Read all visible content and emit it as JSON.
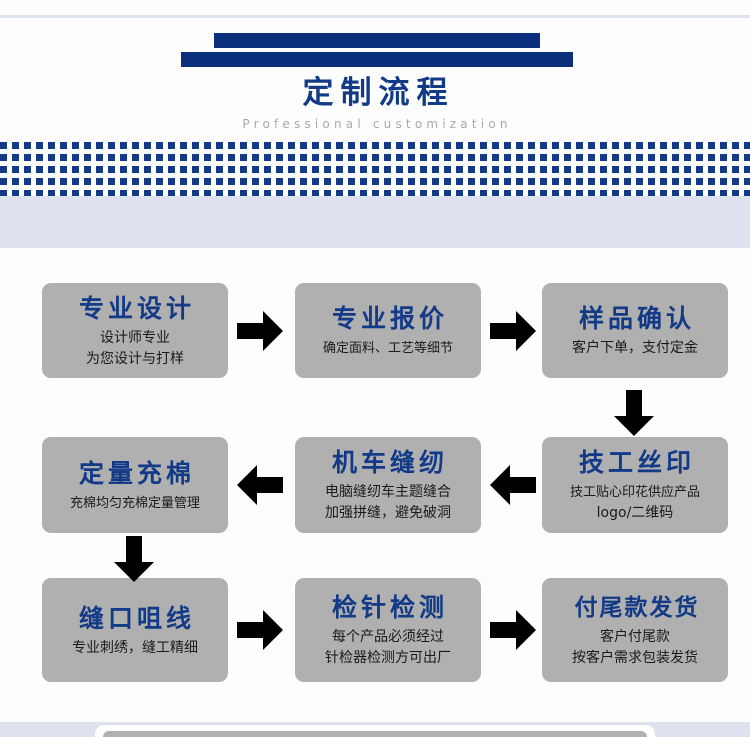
{
  "header": {
    "title": "定制流程",
    "subtitle": "Professional customization",
    "accent_color": "#0b2f7d",
    "title_color": "#123a86",
    "subtitle_color": "#a7a9ac"
  },
  "decor": {
    "dot_color": "#123a86",
    "light_band_color": "#dde2ee",
    "box_fill": "#b0b0b0",
    "arrow_color": "#000000"
  },
  "flow": {
    "steps": [
      {
        "id": "step-1",
        "title": "专业设计",
        "lines": [
          "设计师专业",
          "为您设计与打样"
        ]
      },
      {
        "id": "step-2",
        "title": "专业报价",
        "lines": [
          "确定面料、工艺等细节"
        ]
      },
      {
        "id": "step-3",
        "title": "样品确认",
        "lines": [
          "客户下单，支付定金"
        ]
      },
      {
        "id": "step-4",
        "title": "技工丝印",
        "lines": [
          "技工贴心印花供应产品",
          "logo/二维码"
        ]
      },
      {
        "id": "step-5",
        "title": "机车缝纫",
        "lines": [
          "电脑缝纫车主题缝合",
          "加强拼缝，避免破洞"
        ]
      },
      {
        "id": "step-6",
        "title": "定量充棉",
        "lines": [
          "充棉均匀充棉定量管理"
        ]
      },
      {
        "id": "step-7",
        "title": "缝口咀线",
        "lines": [
          "专业刺绣，缝工精细"
        ]
      },
      {
        "id": "step-8",
        "title": "检针检测",
        "lines": [
          "每个产品必须经过",
          "针检器检测方可出厂"
        ]
      },
      {
        "id": "step-9",
        "title": "付尾款发货",
        "lines": [
          "客户付尾款",
          "按客户需求包装发货"
        ]
      }
    ],
    "connectors": [
      {
        "id": "arrow-1-2",
        "direction": "right"
      },
      {
        "id": "arrow-2-3",
        "direction": "right"
      },
      {
        "id": "arrow-3-4",
        "direction": "down"
      },
      {
        "id": "arrow-4-5",
        "direction": "left"
      },
      {
        "id": "arrow-5-6",
        "direction": "left"
      },
      {
        "id": "arrow-6-7",
        "direction": "down"
      },
      {
        "id": "arrow-7-8",
        "direction": "right"
      },
      {
        "id": "arrow-8-9",
        "direction": "right"
      }
    ]
  }
}
